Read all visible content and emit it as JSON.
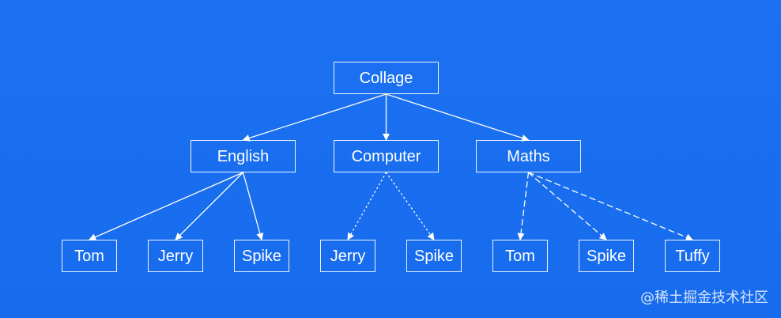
{
  "colors": {
    "background": "#1a6ff0",
    "foreground": "#ffffff"
  },
  "diagram": {
    "root": {
      "label": "Collage"
    },
    "departments": [
      {
        "label": "English"
      },
      {
        "label": "Computer"
      },
      {
        "label": "Maths"
      }
    ],
    "students": [
      {
        "label": "Tom"
      },
      {
        "label": "Jerry"
      },
      {
        "label": "Spike"
      },
      {
        "label": "Jerry"
      },
      {
        "label": "Spike"
      },
      {
        "label": "Tom"
      },
      {
        "label": "Spike"
      },
      {
        "label": "Tuffy"
      }
    ],
    "edges": [
      {
        "from": "root",
        "to": "departments.0",
        "style": "solid"
      },
      {
        "from": "root",
        "to": "departments.1",
        "style": "solid"
      },
      {
        "from": "root",
        "to": "departments.2",
        "style": "solid"
      },
      {
        "from": "departments.0",
        "to": "students.0",
        "style": "solid"
      },
      {
        "from": "departments.0",
        "to": "students.1",
        "style": "solid"
      },
      {
        "from": "departments.0",
        "to": "students.2",
        "style": "solid"
      },
      {
        "from": "departments.1",
        "to": "students.3",
        "style": "dotted"
      },
      {
        "from": "departments.1",
        "to": "students.4",
        "style": "dotted"
      },
      {
        "from": "departments.2",
        "to": "students.5",
        "style": "dashed"
      },
      {
        "from": "departments.2",
        "to": "students.6",
        "style": "dashed"
      },
      {
        "from": "departments.2",
        "to": "students.7",
        "style": "dashed"
      }
    ]
  },
  "watermark": {
    "text": "@稀土掘金技术社区"
  }
}
